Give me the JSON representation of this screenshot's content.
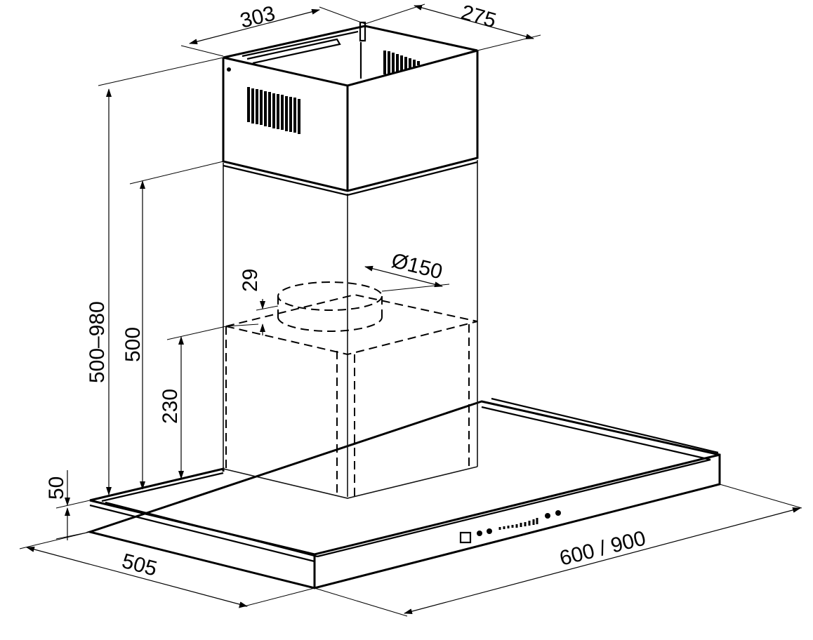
{
  "dimensions": {
    "chimney_width": "303",
    "chimney_depth": "275",
    "total_height": "500–980",
    "chimney_height": "500",
    "outlet_height": "29",
    "outlet_diameter": "Ø150",
    "outlet_box_height": "230",
    "canopy_height": "50",
    "canopy_depth": "505",
    "canopy_width": "600 / 900"
  },
  "colors": {
    "line": "#000000",
    "background": "#ffffff"
  }
}
